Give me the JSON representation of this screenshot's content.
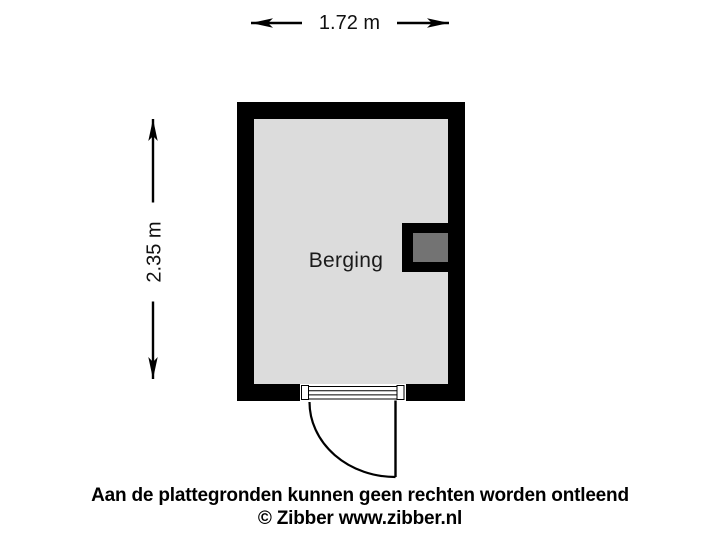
{
  "dimensions": {
    "width_label": "1.72 m",
    "height_label": "2.35 m"
  },
  "room": {
    "label": "Berging"
  },
  "footer": {
    "disclaimer": "Aan de plattegronden kunnen geen rechten worden ontleend",
    "copyright": "© Zibber www.zibber.nl"
  },
  "colors": {
    "wall": "#000000",
    "floor": "#dcdcdc",
    "shaft": "#737373",
    "line": "#000000",
    "background": "#ffffff"
  }
}
